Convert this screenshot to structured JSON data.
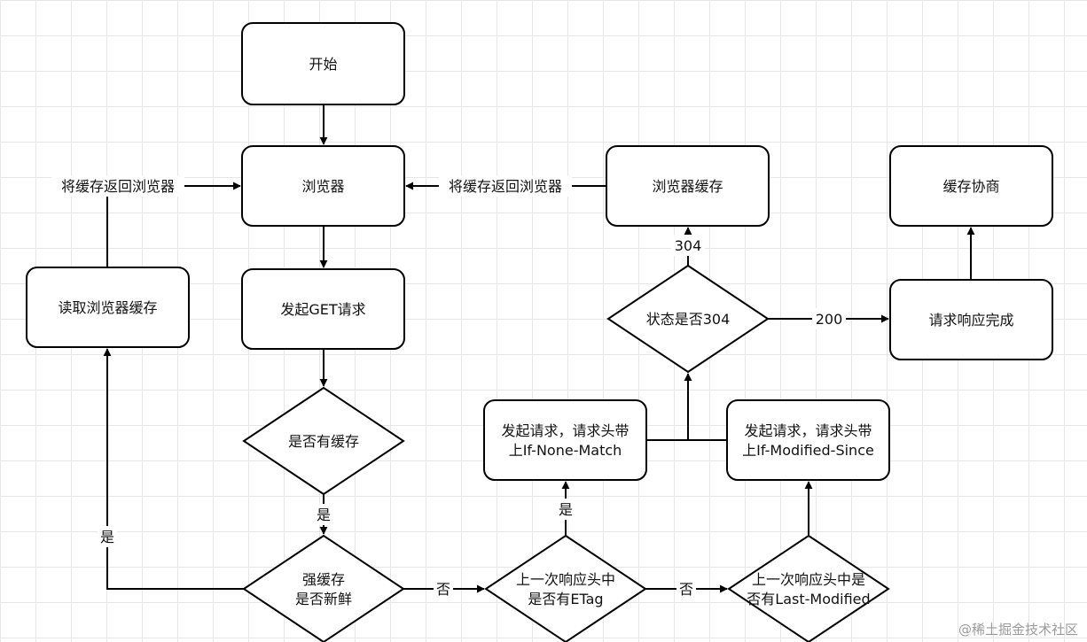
{
  "nodes": {
    "start": "开始",
    "browser": "浏览器",
    "send_get": "发起GET请求",
    "has_cache": "是否有缓存",
    "strong_fresh": "强缓存\n是否新鲜",
    "read_cache": "读取浏览器缓存",
    "browser_cache": "浏览器缓存",
    "cache_negotiation": "缓存协商",
    "status_304": "状态是否304",
    "response_done": "请求响应完成",
    "req_if_none_match": "发起请求，请求头带\n上If-None-Match",
    "req_if_modified_since": "发起请求，请求头带\n上If-Modified-Since",
    "has_etag": "上一次响应头中\n是否有ETag",
    "has_last_modified": "上一次响应头中是\n否有Last-Modified"
  },
  "edge_labels": {
    "return_cache_left": "将缓存返回浏览器",
    "return_cache_right": "将缓存返回浏览器",
    "yes_has_cache": "是",
    "yes_fresh": "是",
    "no_fresh": "否",
    "yes_etag": "是",
    "no_etag": "否",
    "code_304": "304",
    "code_200": "200"
  },
  "watermark": "@稀土掘金技术社区",
  "colors": {
    "stroke": "#000000",
    "fill": "#ffffff",
    "grid": "#e6e6e6"
  }
}
